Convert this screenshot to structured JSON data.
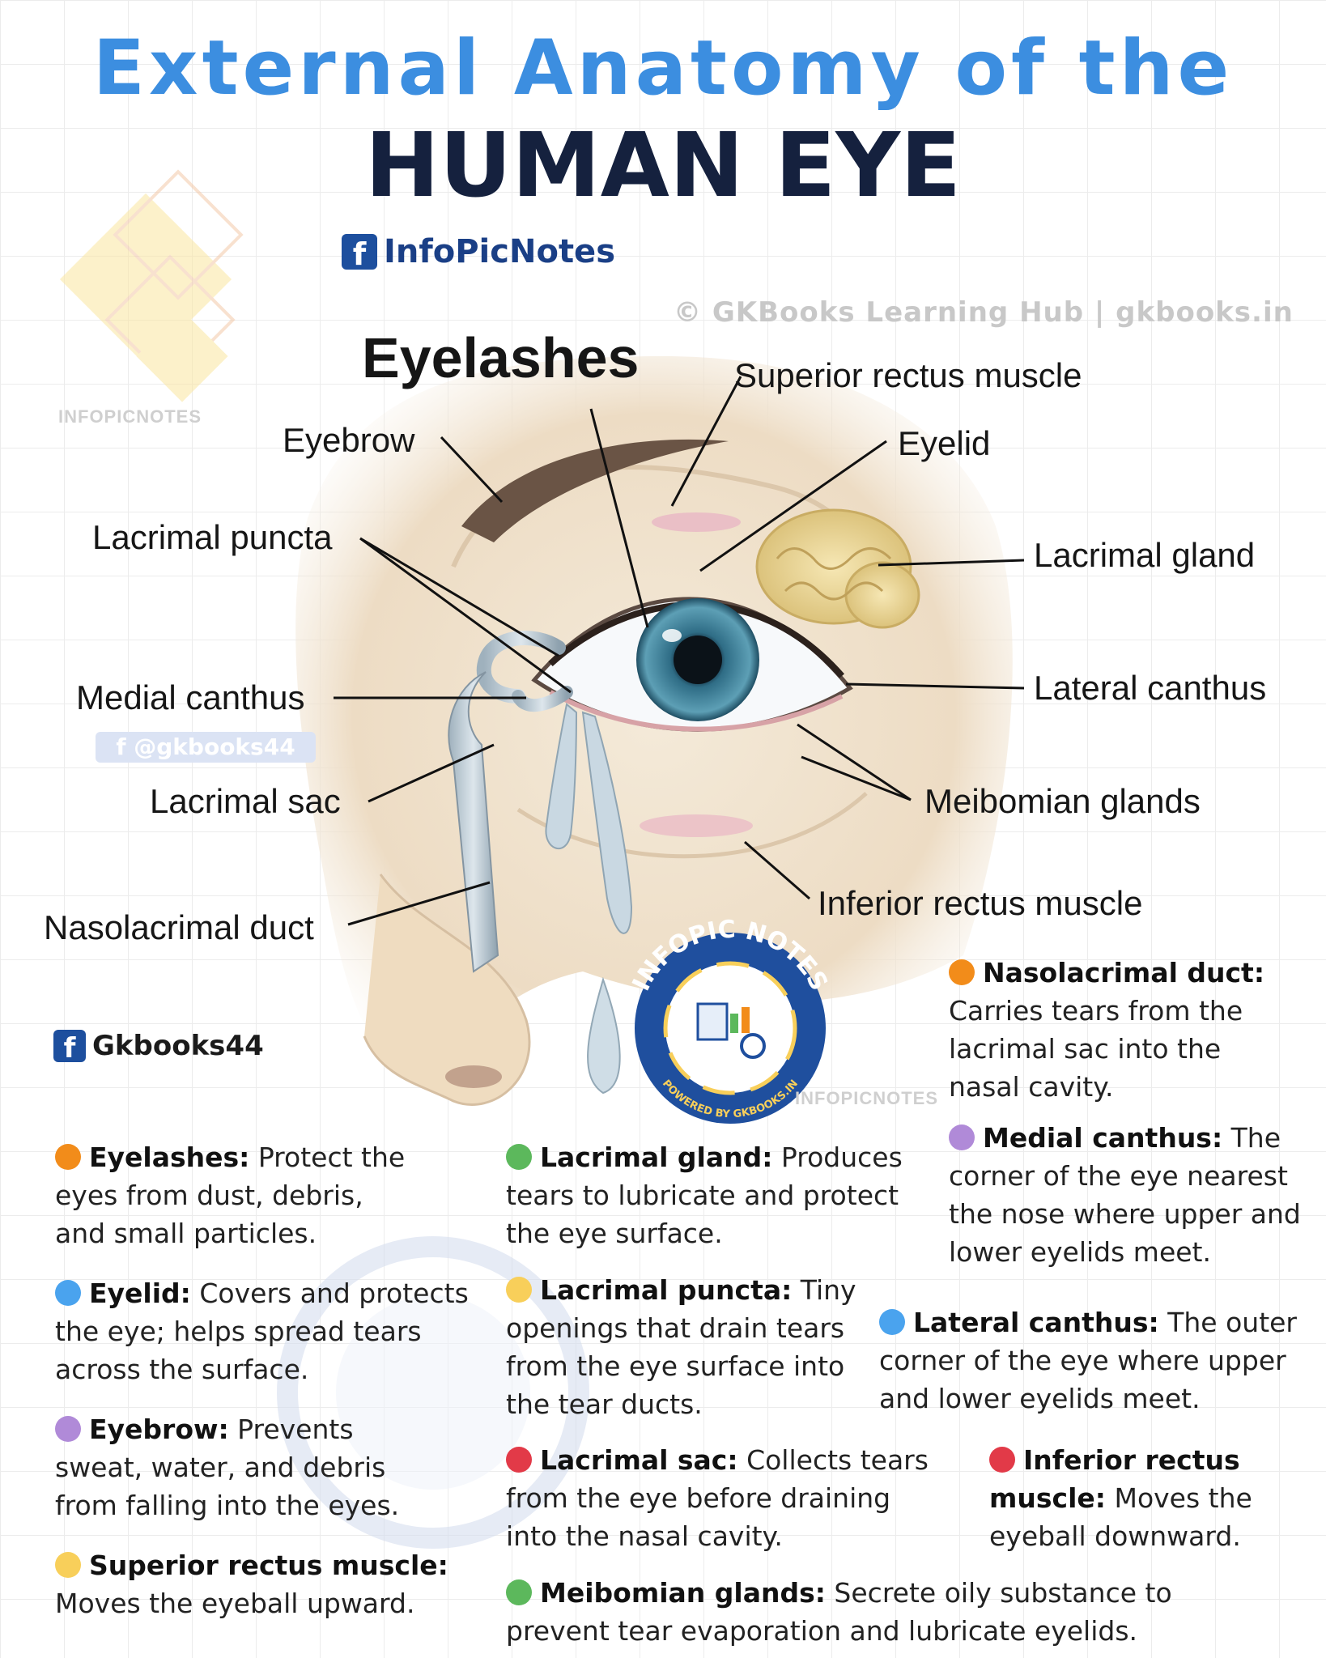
{
  "title": {
    "line1": "External Anatomy of the",
    "line2": "HUMAN EYE"
  },
  "social": {
    "facebook_top": "InfoPicNotes",
    "copyright": "© GKBooks Learning Hub | gkbooks.in",
    "watermark": "INFOPICNOTES",
    "instagram": "@gkbooks44",
    "facebook_mid": "Gkbooks44"
  },
  "badge": {
    "top_text": "INFOPIC NOTES",
    "bottom_text": "POWERED BY GKBOOKS.IN"
  },
  "labels": {
    "eyelashes": "Eyelashes",
    "superior_rectus": "Superior rectus muscle",
    "eyebrow": "Eyebrow",
    "eyelid": "Eyelid",
    "lacrimal_puncta": "Lacrimal puncta",
    "lacrimal_gland": "Lacrimal gland",
    "medial_canthus": "Medial canthus",
    "lateral_canthus": "Lateral canthus",
    "lacrimal_sac": "Lacrimal sac",
    "meibomian": "Meibomian glands",
    "inferior_rectus": "Inferior rectus muscle",
    "nasolacrimal": "Nasolacrimal duct"
  },
  "descriptions": {
    "eyelashes": {
      "term": "Eyelashes:",
      "text": " Protect the eyes from dust, debris, and small particles.",
      "color": "#f28c1a"
    },
    "eyelid": {
      "term": "Eyelid:",
      "text": " Covers and protects the eye; helps spread tears across the surface.",
      "color": "#4aa3ee"
    },
    "eyebrow": {
      "term": "Eyebrow:",
      "text": " Prevents sweat, water, and debris from falling into the eyes.",
      "color": "#b08ad8"
    },
    "superior_rectus": {
      "term": "Superior rectus muscle:",
      "text": " Moves the eyeball upward.",
      "color": "#f8cf5a"
    },
    "lacrimal_gland": {
      "term": "Lacrimal gland:",
      "text": " Produces tears to lubricate and protect the eye surface.",
      "color": "#5cb85c"
    },
    "lacrimal_puncta": {
      "term": "Lacrimal puncta:",
      "text": " Tiny openings that drain tears from the eye surface into the tear ducts.",
      "color": "#f8cf5a"
    },
    "lacrimal_sac": {
      "term": "Lacrimal sac:",
      "text": " Collects tears from the eye before draining into the nasal cavity.",
      "color": "#e23a48"
    },
    "meibomian": {
      "term": "Meibomian glands:",
      "text": " Secrete oily substance to prevent tear evaporation and lubricate eyelids.",
      "color": "#5cb85c"
    },
    "nasolacrimal": {
      "term": "Nasolacrimal duct:",
      "text": " Carries tears from the lacrimal sac into the nasal cavity.",
      "color": "#f28c1a"
    },
    "medial_canthus": {
      "term": "Medial canthus:",
      "text": " The corner of the eye nearest the nose where upper and lower eyelids meet.",
      "color": "#b08ad8"
    },
    "lateral_canthus": {
      "term": "Lateral canthus:",
      "text": " The outer corner of the eye where upper and lower eyelids meet.",
      "color": "#4aa3ee"
    },
    "inferior_rectus": {
      "term": "Inferior rectus muscle:",
      "text": " Moves the eyeball downward.",
      "color": "#e23a48"
    }
  }
}
